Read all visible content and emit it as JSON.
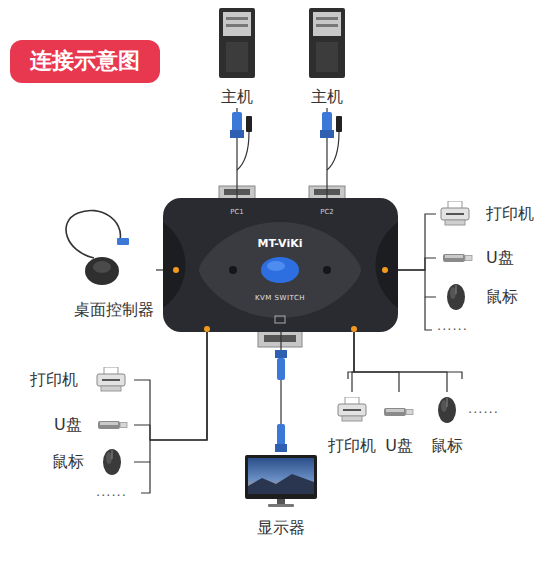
{
  "diagram": {
    "title": "连接示意图",
    "nodes": [
      {
        "text": [
          "主机"
        ]
      },
      {
        "text": [
          "主机"
        ]
      },
      {
        "text": [
          "PC1",
          "PC2",
          "MT-ViKi",
          "KVM SWITCH"
        ]
      },
      {
        "text": [
          "桌面控制器"
        ]
      },
      {
        "text": [
          "打印机"
        ]
      },
      {
        "text": [
          "U盘"
        ]
      },
      {
        "text": [
          "鼠标"
        ]
      },
      {
        "text": [
          "打印机"
        ]
      },
      {
        "text": [
          "U盘"
        ]
      },
      {
        "text": [
          "鼠标"
        ]
      },
      {
        "text": [
          "打印机"
        ]
      },
      {
        "text": [
          "U盘"
        ]
      },
      {
        "text": [
          "鼠标"
        ]
      },
      {
        "text": [
          "显示器"
        ]
      }
    ],
    "edges": [
      {
        "from": 0,
        "to": 2,
        "arrow": "none"
      },
      {
        "from": 1,
        "to": 2,
        "arrow": "none"
      },
      {
        "from": 3,
        "to": 2,
        "arrow": "none"
      },
      {
        "from": 2,
        "to": 4,
        "arrow": "none"
      },
      {
        "from": 2,
        "to": 5,
        "arrow": "none"
      },
      {
        "from": 2,
        "to": 6,
        "arrow": "none"
      },
      {
        "from": 2,
        "to": 7,
        "arrow": "none"
      },
      {
        "from": 2,
        "to": 8,
        "arrow": "none"
      },
      {
        "from": 2,
        "to": 9,
        "arrow": "none"
      },
      {
        "from": 2,
        "to": 10,
        "arrow": "none"
      },
      {
        "from": 2,
        "to": 11,
        "arrow": "none"
      },
      {
        "from": 2,
        "to": 12,
        "arrow": "none"
      },
      {
        "from": 2,
        "to": 13,
        "arrow": "none"
      }
    ],
    "labels": [
      "......",
      "......",
      "......"
    ]
  }
}
